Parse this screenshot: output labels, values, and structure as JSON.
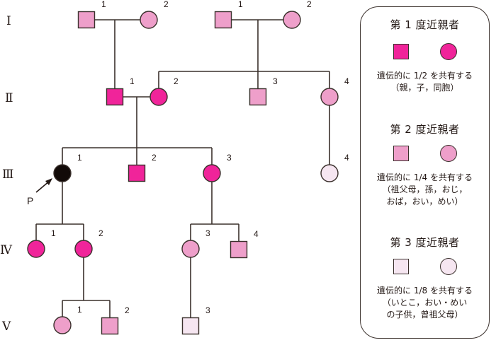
{
  "colors": {
    "degree1": "#f0249a",
    "degree2": "#ee9fca",
    "degree3": "#f6e6f1",
    "proband": "#120a08",
    "line": "#3a302c"
  },
  "generations": [
    "Ⅰ",
    "Ⅱ",
    "Ⅲ",
    "Ⅳ",
    "Ⅴ"
  ],
  "proband_label": "P",
  "individuals": [
    {
      "id": "I-1a",
      "gen": 1,
      "num": "1",
      "sex": "male",
      "degree": 2
    },
    {
      "id": "I-2a",
      "gen": 1,
      "num": "2",
      "sex": "female",
      "degree": 2
    },
    {
      "id": "I-1b",
      "gen": 1,
      "num": "1",
      "sex": "male",
      "degree": 2
    },
    {
      "id": "I-2b",
      "gen": 1,
      "num": "2",
      "sex": "female",
      "degree": 2
    },
    {
      "id": "II-1",
      "gen": 2,
      "num": "1",
      "sex": "male",
      "degree": 1
    },
    {
      "id": "II-2",
      "gen": 2,
      "num": "2",
      "sex": "female",
      "degree": 1
    },
    {
      "id": "II-3",
      "gen": 2,
      "num": "3",
      "sex": "male",
      "degree": 2
    },
    {
      "id": "II-4",
      "gen": 2,
      "num": "4",
      "sex": "female",
      "degree": 2
    },
    {
      "id": "III-1",
      "gen": 3,
      "num": "1",
      "sex": "female",
      "degree": 0,
      "proband": true
    },
    {
      "id": "III-2",
      "gen": 3,
      "num": "2",
      "sex": "male",
      "degree": 1
    },
    {
      "id": "III-3",
      "gen": 3,
      "num": "3",
      "sex": "female",
      "degree": 1
    },
    {
      "id": "III-4",
      "gen": 3,
      "num": "4",
      "sex": "female",
      "degree": 3
    },
    {
      "id": "IV-1",
      "gen": 4,
      "num": "1",
      "sex": "female",
      "degree": 1
    },
    {
      "id": "IV-2",
      "gen": 4,
      "num": "2",
      "sex": "female",
      "degree": 1
    },
    {
      "id": "IV-3",
      "gen": 4,
      "num": "3",
      "sex": "female",
      "degree": 2
    },
    {
      "id": "IV-4",
      "gen": 4,
      "num": "4",
      "sex": "male",
      "degree": 2
    },
    {
      "id": "V-1",
      "gen": 5,
      "num": "1",
      "sex": "female",
      "degree": 2
    },
    {
      "id": "V-2",
      "gen": 5,
      "num": "2",
      "sex": "male",
      "degree": 2
    },
    {
      "id": "V-3",
      "gen": 5,
      "num": "3",
      "sex": "male",
      "degree": 3
    }
  ],
  "legend": {
    "sections": [
      {
        "title": "第 1 度近親者",
        "degree": 1,
        "desc": [
          "遺伝的に 1/2 を共有する",
          "（親，子，同胞）"
        ]
      },
      {
        "title": "第 2 度近親者",
        "degree": 2,
        "desc": [
          "遺伝的に 1/4 を共有する",
          "（祖父母，孫，おじ，",
          "おば，おい，めい）"
        ]
      },
      {
        "title": "第 3 度近親者",
        "degree": 3,
        "desc": [
          "遺伝的に 1/8 を共有する",
          "（いとこ，おい・めい",
          "の子供，曾祖父母）"
        ]
      }
    ]
  }
}
